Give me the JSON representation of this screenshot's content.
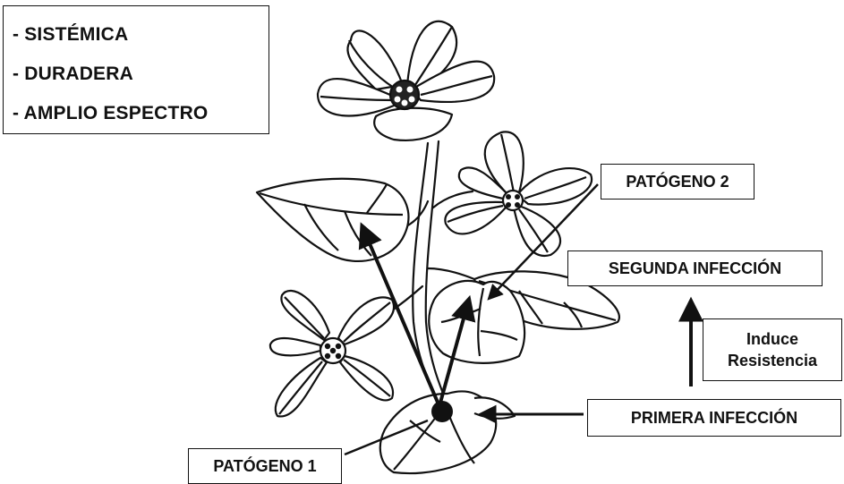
{
  "properties": {
    "items": [
      "- SISTÉMICA",
      "- DURADERA",
      "- AMPLIO ESPECTRO"
    ]
  },
  "labels": {
    "pathogen_2": "PATÓGENO 2",
    "second_infection": "SEGUNDA INFECCIÓN",
    "induces_line1": "Induce",
    "induces_line2": "Resistencia",
    "first_infection": "PRIMERA INFECCIÓN",
    "pathogen_1": "PATÓGENO 1"
  },
  "colors": {
    "ink": "#111111",
    "background": "#ffffff"
  }
}
